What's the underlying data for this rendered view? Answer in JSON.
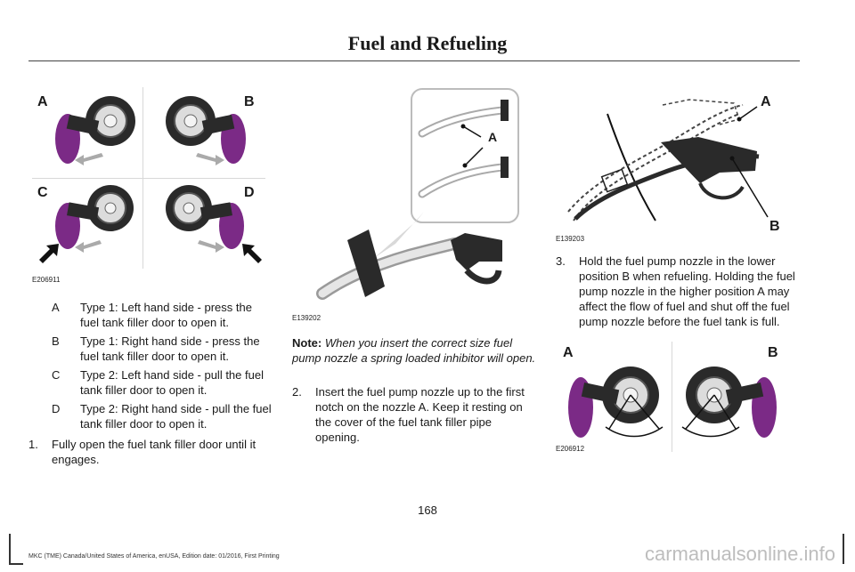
{
  "header": {
    "title": "Fuel and Refueling"
  },
  "figure1": {
    "code": "E206911",
    "quadrants": [
      "A",
      "B",
      "C",
      "D"
    ]
  },
  "legend": [
    {
      "key": "A",
      "text": "Type 1: Left hand side - press the fuel tank filler door to open it."
    },
    {
      "key": "B",
      "text": "Type 1: Right hand side - press the fuel tank filler door to open it."
    },
    {
      "key": "C",
      "text": "Type 2: Left hand side - pull the fuel tank filler door to open it."
    },
    {
      "key": "D",
      "text": "Type 2: Right hand side - pull the fuel tank filler door to open it."
    }
  ],
  "step1": {
    "num": "1.",
    "text": "Fully open the fuel tank filler door until it engages."
  },
  "figure2": {
    "code": "E139202",
    "label": "A"
  },
  "note": {
    "label": "Note:",
    "text": "When you insert the correct size fuel pump nozzle a spring loaded inhibitor will open."
  },
  "step2": {
    "num": "2.",
    "text": "Insert the fuel pump nozzle up to the first notch on the nozzle A.  Keep it resting on the cover of the fuel tank filler pipe opening."
  },
  "figure3": {
    "code": "E139203",
    "label_a": "A",
    "label_b": "B"
  },
  "step3": {
    "num": "3.",
    "text": "Hold the fuel pump nozzle in the lower position B when refueling. Holding the fuel pump nozzle in the higher position A may affect the flow of fuel and shut off the fuel pump nozzle before the fuel tank is full."
  },
  "figure4": {
    "code": "E206912",
    "label_a": "A",
    "label_b": "B"
  },
  "page": {
    "number": "168"
  },
  "footer": {
    "text": "MKC (TME) Canada/United States of America, enUSA, Edition date: 01/2016, First Printing"
  },
  "watermark": {
    "text": "carmanualsonline.info"
  },
  "colors": {
    "purple": "#7b2a86",
    "gray": "#333333"
  }
}
